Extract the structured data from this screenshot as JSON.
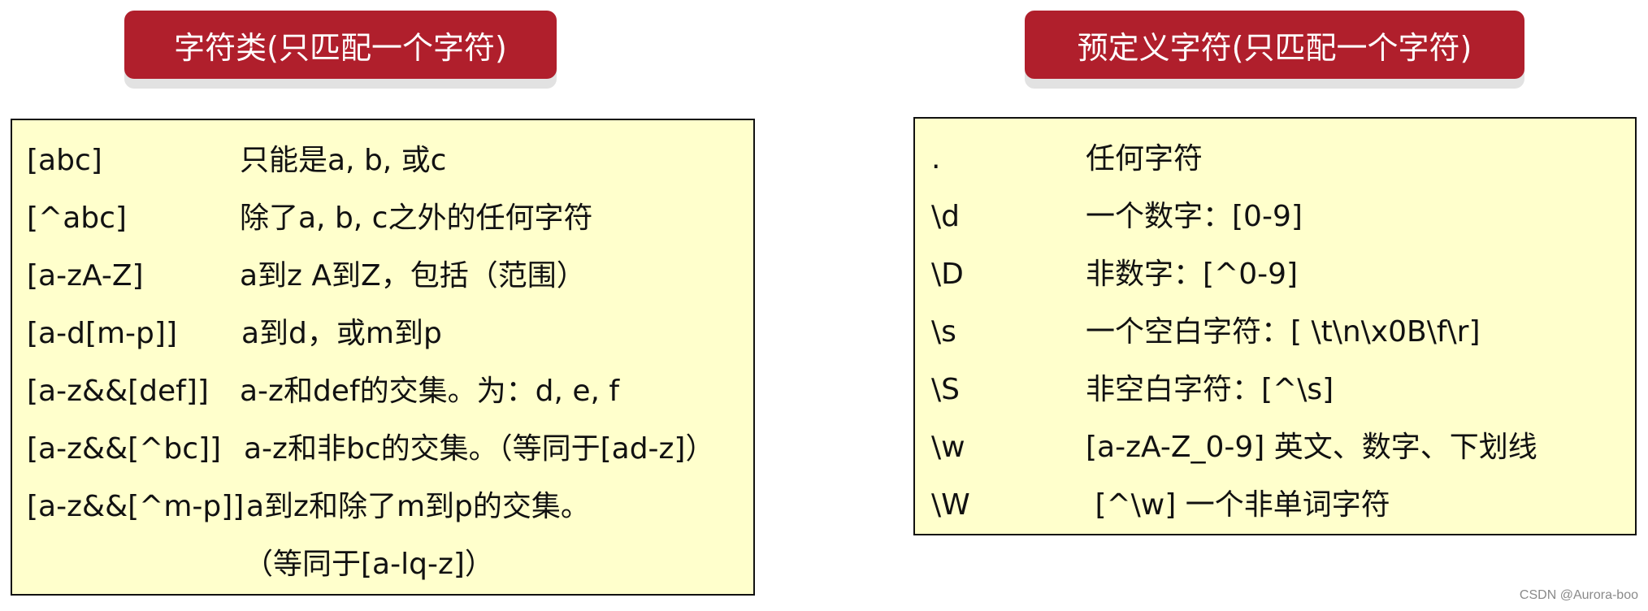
{
  "left_panel": {
    "title": "字符类(只匹配一个字符)",
    "rows": [
      {
        "pattern": "[abc]",
        "desc": "只能是a, b, 或c"
      },
      {
        "pattern": "[^abc]",
        "desc": "除了a, b, c之外的任何字符"
      },
      {
        "pattern": "[a-zA-Z]",
        "desc": "a到z A到Z，包括（范围）"
      },
      {
        "pattern": "[a-d[m-p]]",
        "desc": "a到d，或m到p"
      },
      {
        "pattern": "[a-z&&[def]]",
        "desc": "a-z和def的交集。为：d, e, f"
      },
      {
        "pattern": "[a-z&&[^bc]]",
        "desc": "a-z和非bc的交集。（等同于[ad-z]）"
      },
      {
        "pattern": "[a-z&&[^m-p]]",
        "desc": "a到z和除了m到p的交集。"
      },
      {
        "pattern": "",
        "desc": "（等同于[a-lq-z]）"
      }
    ]
  },
  "right_panel": {
    "title": "预定义字符(只匹配一个字符)",
    "rows": [
      {
        "pattern": ".",
        "desc": "任何字符"
      },
      {
        "pattern": "\\d",
        "desc": "一个数字：[0-9]"
      },
      {
        "pattern": "\\D",
        "desc": "非数字：[^0-9]"
      },
      {
        "pattern": "\\s",
        "desc": "一个空白字符：[ \\t\\n\\x0B\\f\\r]"
      },
      {
        "pattern": "\\S",
        "desc": "非空白字符：[^\\s]"
      },
      {
        "pattern": "\\w",
        "desc": "[a-zA-Z_0-9] 英文、数字、下划线"
      },
      {
        "pattern": "\\W",
        "desc": " [^\\w] 一个非单词字符"
      }
    ]
  },
  "watermark": "CSDN @Aurora-boo",
  "colors": {
    "banner": "#b01f2c",
    "box_fill": "#ffffcc",
    "border": "#111111"
  }
}
